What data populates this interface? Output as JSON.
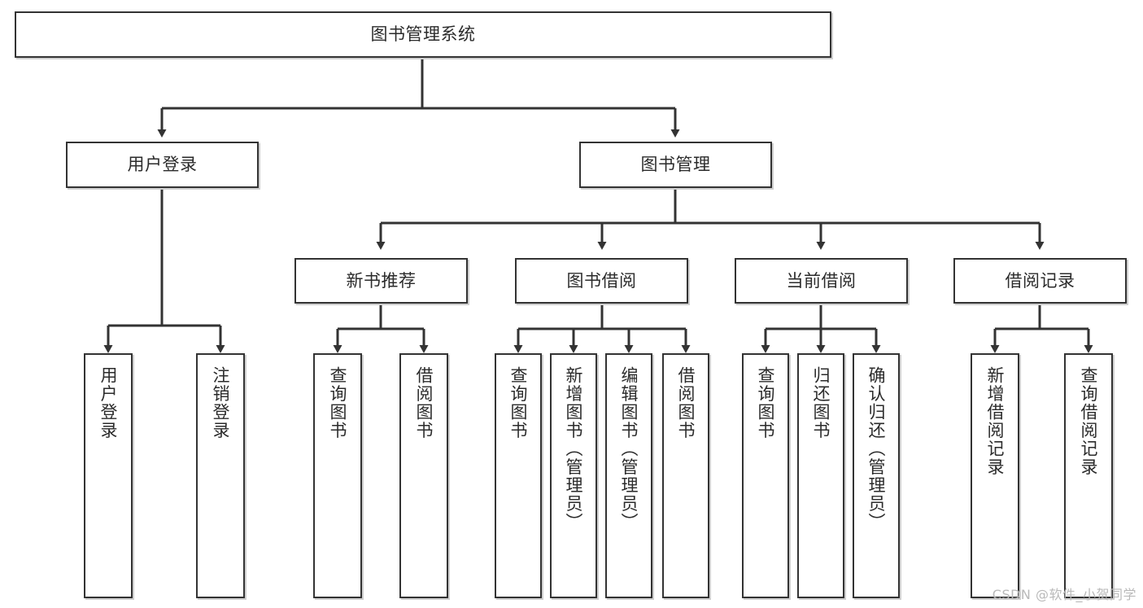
{
  "diagram": {
    "title": "图书管理系统",
    "watermark": "CSDN @软件_小贺同学",
    "colors": {
      "background": "#ffffff",
      "node_border": "#333333",
      "node_fill": "#ffffff",
      "node_shadow": "#cfcfcf",
      "text": "#2b2b2b",
      "connector": "#333333",
      "watermark": "#b9b9b9"
    },
    "type": "tree",
    "levels": 4
  },
  "nodes": {
    "root": {
      "label": "图书管理系统"
    },
    "level2": [
      {
        "label": "用户登录"
      },
      {
        "label": "图书管理"
      }
    ],
    "level3": [
      {
        "label": "新书推荐"
      },
      {
        "label": "图书借阅"
      },
      {
        "label": "当前借阅"
      },
      {
        "label": "借阅记录"
      }
    ],
    "leaves_user_login": [
      {
        "label": "用户登录"
      },
      {
        "label": "注销登录"
      }
    ],
    "leaves_new_books": [
      {
        "label": "查询图书"
      },
      {
        "label": "借阅图书"
      }
    ],
    "leaves_borrow": [
      {
        "label": "查询图书"
      },
      {
        "label": "新增图书（管理员）"
      },
      {
        "label": "编辑图书（管理员）"
      },
      {
        "label": "借阅图书"
      }
    ],
    "leaves_current": [
      {
        "label": "查询图书"
      },
      {
        "label": "归还图书"
      },
      {
        "label": "确认归还（管理员）"
      }
    ],
    "leaves_records": [
      {
        "label": "新增借阅记录"
      },
      {
        "label": "查询借阅记录"
      }
    ]
  }
}
